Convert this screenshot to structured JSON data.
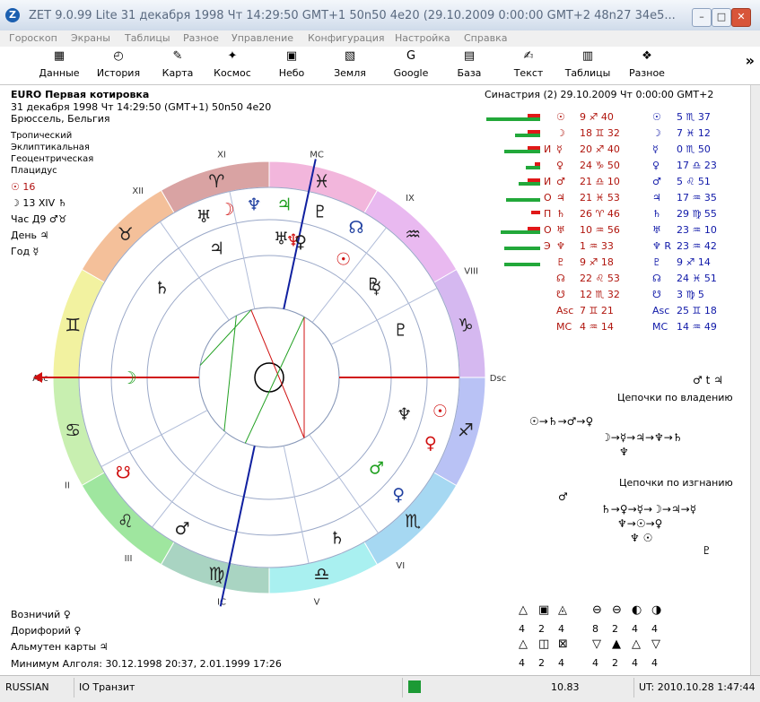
{
  "window": {
    "logo": "Z",
    "title": "ZET 9.0.99 Lite   31 декабря 1998  Чт  14:29:50 GMT+1 50n50  4e20  (29.10.2009   0:00:00 GMT+2 48n27 34e5...",
    "min": "–",
    "max": "□",
    "close": "✕"
  },
  "menu": [
    "Гороскоп",
    "Экраны",
    "Таблицы",
    "Разное",
    "Управление",
    "Конфигурация",
    "Настройка",
    "Справка"
  ],
  "toolbar": [
    {
      "label": "Данные",
      "icon": "▦",
      "icon_name": "data-grid-icon"
    },
    {
      "label": "История",
      "icon": "◴",
      "icon_name": "history-icon"
    },
    {
      "label": "Карта",
      "icon": "✎",
      "icon_name": "map-icon"
    },
    {
      "label": "Космос",
      "icon": "✦",
      "icon_name": "cosmos-icon"
    },
    {
      "label": "Небо",
      "icon": "▣",
      "icon_name": "sky-icon"
    },
    {
      "label": "Земля",
      "icon": "▧",
      "icon_name": "earth-icon"
    },
    {
      "label": "Google",
      "icon": "G",
      "icon_name": "google-icon"
    },
    {
      "label": "База",
      "icon": "▤",
      "icon_name": "database-icon"
    },
    {
      "label": "Текст",
      "icon": "✍",
      "icon_name": "text-icon"
    },
    {
      "label": "Таблицы",
      "icon": "▥",
      "icon_name": "tables-icon"
    },
    {
      "label": "Разное",
      "icon": "❖",
      "icon_name": "misc-icon"
    }
  ],
  "toolbar_more": "»",
  "info": {
    "title": "EURO Первая котировка",
    "date": "31 декабря 1998  Чт  14:29:50 (GMT+1) 50n50  4e20",
    "place": "Брюссель, Бельгия",
    "settings": [
      "Тропический",
      "Эклиптикальная",
      "Геоцентрическая",
      "Плацидус"
    ],
    "sun_line": "☉  16",
    "moon_line": "☽  13 XIV ♄",
    "hour_line": "Час Д9 ♂♉",
    "day_line": "День ♃",
    "year_line": "Год ☿"
  },
  "synastry": "Синастрия (2) 29.10.2009  Чт  0:00:00 GMT+2",
  "positions": [
    {
      "g": 60,
      "r": 14,
      "m": "",
      "p": "☉",
      "a": "9 ♐ 40",
      "p2": "☉",
      "a2": "5 ♏ 37"
    },
    {
      "g": 28,
      "r": 14,
      "m": "",
      "p": "☽",
      "a": "18 ♊ 32",
      "p2": "☽",
      "a2": "7 ♓ 12"
    },
    {
      "g": 40,
      "r": 14,
      "m": "И",
      "p": "☿",
      "a": "20 ♐ 40",
      "p2": "☿",
      "a2": "0 ♏ 50"
    },
    {
      "g": 16,
      "r": 6,
      "m": "",
      "p": "♀",
      "a": "24 ♑ 50",
      "p2": "♀",
      "a2": "17 ♎ 23"
    },
    {
      "g": 24,
      "r": 14,
      "m": "И",
      "p": "♂",
      "a": "21 ♎ 10",
      "p2": "♂",
      "a2": "5 ♌ 51"
    },
    {
      "g": 38,
      "r": 0,
      "m": "О",
      "p": "♃",
      "a": "21 ♓ 53",
      "p2": "♃",
      "a2": "17 ♒ 35"
    },
    {
      "g": 0,
      "r": 10,
      "m": "П",
      "p": "♄",
      "a": "26 ♈ 46",
      "p2": "♄",
      "a2": "29 ♍ 55"
    },
    {
      "g": 44,
      "r": 14,
      "m": "О",
      "p": "♅",
      "a": "10 ♒ 56",
      "p2": "♅",
      "a2": "23 ♒ 10"
    },
    {
      "g": 40,
      "r": 0,
      "m": "Э",
      "p": "♆",
      "a": "1 ♒ 33",
      "p2": "♆ R",
      "a2": "23 ♒ 42"
    },
    {
      "g": 40,
      "r": 0,
      "m": "",
      "p": "♇",
      "a": "9 ♐ 18",
      "p2": "♇",
      "a2": "9 ♐ 14"
    },
    {
      "g": 0,
      "r": 0,
      "m": "",
      "p": "☊",
      "a": "22 ♌ 53",
      "p2": "☊",
      "a2": "24 ♓ 51"
    },
    {
      "g": 0,
      "r": 0,
      "m": "",
      "p": "☋",
      "a": "12 ♏ 32",
      "p2": "☋",
      "a2": "3 ♍ 5"
    },
    {
      "g": 0,
      "r": 0,
      "m": "",
      "p": "Asc",
      "a": "7 ♊ 21",
      "p2": "Asc",
      "a2": "25 ♊ 18"
    },
    {
      "g": 0,
      "r": 0,
      "m": "",
      "p": "MC",
      "a": "4 ♒ 14",
      "p2": "MC",
      "a2": "14 ♒ 49"
    }
  ],
  "chains": {
    "top_glyphs": "♂ t ♃",
    "owner_title": "Цепочки по владению",
    "owner_1": "☉→♄→♂→♀",
    "owner_2": "☽→☿→♃→♆→♄",
    "owner_3": "♆",
    "exile_title": "Цепочки по изгнанию",
    "exile_top": "♂",
    "exile_1": "♄→♀→☿→☽→♃→☿",
    "exile_2": "♆→☉→♀",
    "exile_3": "♆ ☉",
    "exile_4": "♇"
  },
  "bottom": {
    "vozn": "Возничий ♀",
    "dor": "Дорифорий ♀",
    "alm": "Альмутен карты ♃",
    "algol": "Минимум Алголя: 30.12.1998 20:37,  2.01.1999 17:26"
  },
  "stats": {
    "top_glyphs1": [
      "△",
      "▣",
      "◬"
    ],
    "top_nums1": [
      "4",
      "2",
      "4"
    ],
    "bot_glyphs1": [
      "△",
      "◫",
      "⊠"
    ],
    "bot_nums1": [
      "4",
      "2",
      "4"
    ],
    "top_glyphs2": [
      "⊖",
      "⊖",
      "◐",
      "◑"
    ],
    "top_nums2": [
      "8",
      "2",
      "4",
      "4"
    ],
    "bot_glyphs2": [
      "▽",
      "▲",
      "△",
      "▽"
    ],
    "bot_nums2": [
      "4",
      "2",
      "4",
      "4"
    ]
  },
  "chart": {
    "zodiac": [
      {
        "sign": "♈",
        "color": "#d9a3a3",
        "mid": 105
      },
      {
        "sign": "♉",
        "color": "#f4c09a",
        "mid": 135
      },
      {
        "sign": "♊",
        "color": "#f2f2a0",
        "mid": 165
      },
      {
        "sign": "♋",
        "color": "#c8efb0",
        "mid": 195
      },
      {
        "sign": "♌",
        "color": "#9fe69f",
        "mid": 225
      },
      {
        "sign": "♍",
        "color": "#a9d4c2",
        "mid": 255
      },
      {
        "sign": "♎",
        "color": "#a9f0f0",
        "mid": 285
      },
      {
        "sign": "♏",
        "color": "#a6d8f2",
        "mid": 315
      },
      {
        "sign": "♐",
        "color": "#b9c2f5",
        "mid": 345
      },
      {
        "sign": "♑",
        "color": "#d5b8f0",
        "mid": 15
      },
      {
        "sign": "♒",
        "color": "#e9b9f0",
        "mid": 45
      },
      {
        "sign": "♓",
        "color": "#f2b6dc",
        "mid": 75
      }
    ],
    "house_labels": [
      "Asc",
      "II",
      "III",
      "IC",
      "V",
      "VI",
      "Dsc",
      "VIII",
      "IX",
      "MC",
      "XI",
      "XII"
    ],
    "house_angles": [
      180,
      208,
      232,
      258,
      282,
      305,
      0,
      28,
      52,
      78,
      102,
      125
    ],
    "outer_planets": [
      {
        "g": "♆",
        "a": 95,
        "c": "#2040a0"
      },
      {
        "g": "♅",
        "a": 112,
        "c": "#202020"
      },
      {
        "g": "☽",
        "a": 104,
        "c": "#d01010"
      },
      {
        "g": "♃",
        "a": 85,
        "c": "#20a020"
      },
      {
        "g": "♇",
        "a": 73,
        "c": "#202020"
      },
      {
        "g": "☊",
        "a": 60,
        "c": "#2040a0"
      },
      {
        "g": "♀",
        "a": 338,
        "c": "#d01010"
      },
      {
        "g": "☉",
        "a": 349,
        "c": "#d01010"
      },
      {
        "g": "♄",
        "a": 293,
        "c": "#202020"
      },
      {
        "g": "♀",
        "a": 318,
        "c": "#2040a0"
      },
      {
        "g": "♂",
        "a": 240,
        "c": "#202020"
      },
      {
        "g": "☋",
        "a": 213,
        "c": "#d01010"
      }
    ],
    "inner_planets": [
      {
        "g": "♃",
        "a": 112,
        "c": "#202020"
      },
      {
        "g": "♄",
        "a": 140,
        "c": "#202020"
      },
      {
        "g": "♅",
        "a": 85,
        "c": "#202020"
      },
      {
        "g": "♆",
        "a": 80,
        "c": "#d01010"
      },
      {
        "g": "♀",
        "a": 77,
        "c": "#202020"
      },
      {
        "g": "♇",
        "a": 42,
        "c": "#202020"
      },
      {
        "g": "☉",
        "a": 58,
        "c": "#d01010"
      },
      {
        "g": "☿",
        "a": 40,
        "c": "#202020"
      },
      {
        "g": "♇",
        "a": 20,
        "c": "#202020"
      },
      {
        "g": "♆",
        "a": 345,
        "c": "#202020"
      },
      {
        "g": "♂",
        "a": 320,
        "c": "#20a020"
      },
      {
        "g": "☽",
        "a": 180,
        "c": "#20a020"
      }
    ]
  },
  "status": {
    "lang": "RUSSIAN",
    "mode": "IO Транзит",
    "num": "10.83",
    "ut": "UT: 2010.10.28  1:47:44"
  }
}
